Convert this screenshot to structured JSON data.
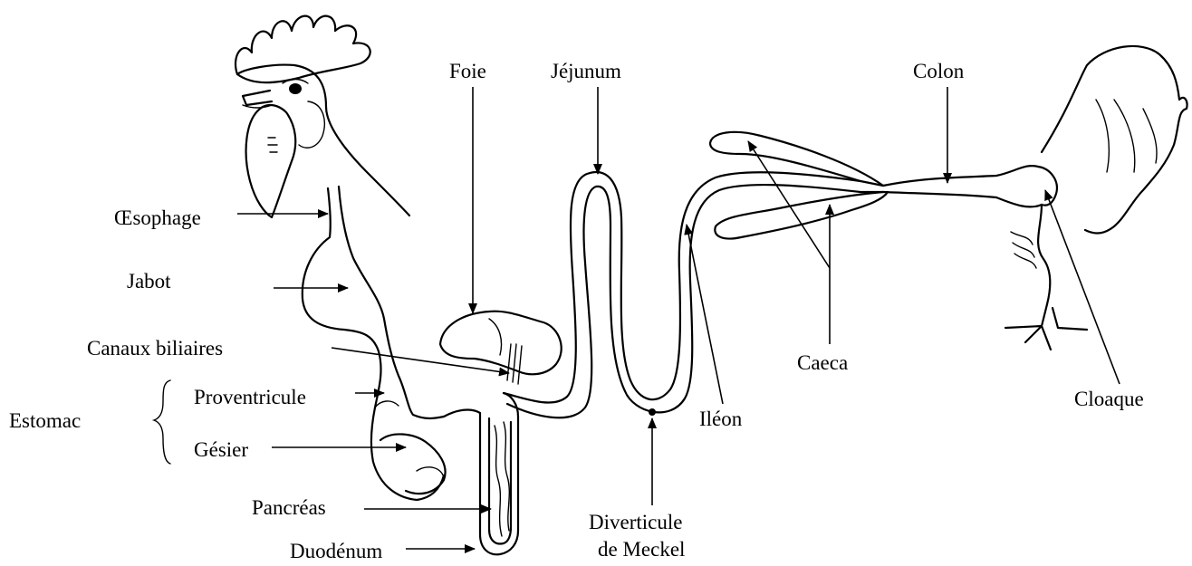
{
  "labels": {
    "oesophage": "Œsophage",
    "jabot": "Jabot",
    "canaux_biliaires": "Canaux biliaires",
    "estomac": "Estomac",
    "proventricule": "Proventricule",
    "gesier": "Gésier",
    "pancreas": "Pancréas",
    "duodenum": "Duodénum",
    "foie": "Foie",
    "jejunum": "Jéjunum",
    "diverticule_line1": "Diverticule",
    "diverticule_line2": "de Meckel",
    "ileon": "Iléon",
    "caeca": "Caeca",
    "colon": "Colon",
    "cloaque": "Cloaque"
  },
  "colors": {
    "ink": "#000000",
    "background": "#ffffff"
  }
}
